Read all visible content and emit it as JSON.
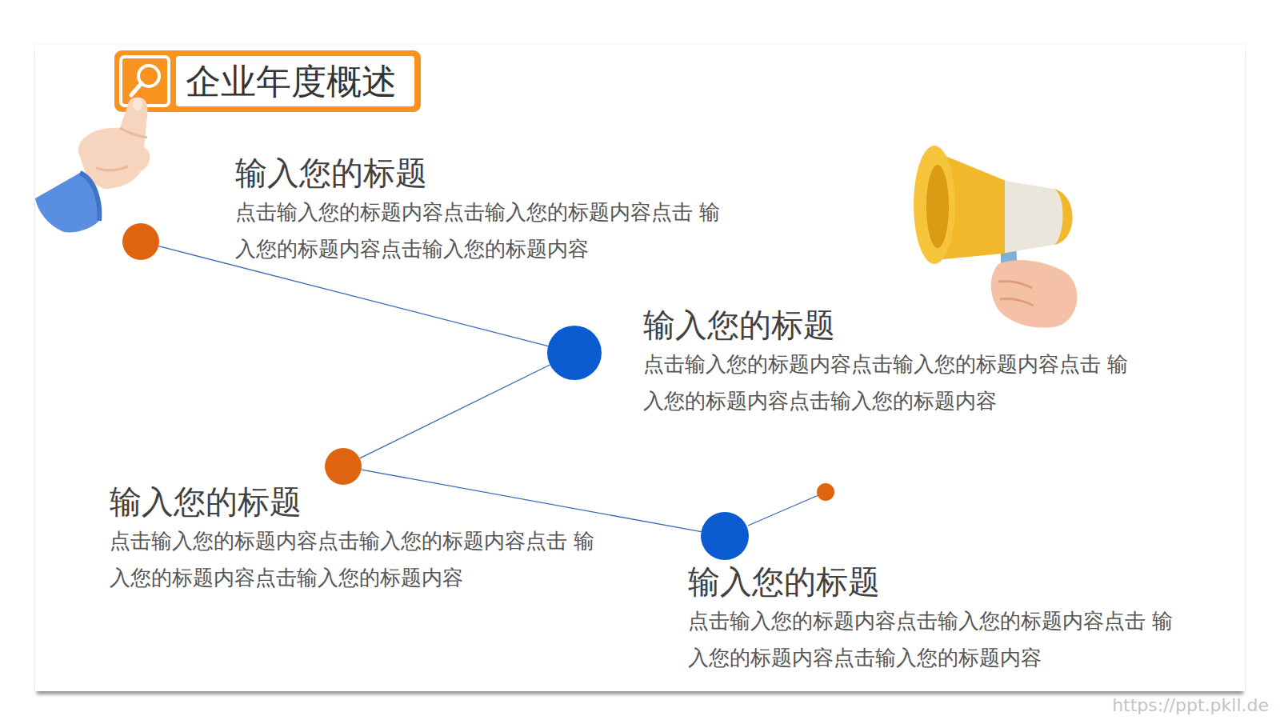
{
  "diagram": {
    "title": "企业年度概述",
    "nodes": [
      {
        "text": [
          "输入您的标题",
          "点击输入您的标题内容点击输入您的标题内容点击 输入您的标题内容点击输入您的标题内容"
        ]
      },
      {
        "text": [
          "输入您的标题",
          "点击输入您的标题内容点击输入您的标题内容点击 输入您的标题内容点击输入您的标题内容"
        ]
      },
      {
        "text": [
          "输入您的标题",
          "点击输入您的标题内容点击输入您的标题内容点击 输入您的标题内容点击输入您的标题内容"
        ]
      },
      {
        "text": [
          "输入您的标题",
          "点击输入您的标题内容点击输入您的标题内容点击 输入您的标题内容点击输入您的标题内容"
        ]
      }
    ],
    "edges": [
      {
        "from": 0,
        "to": 1,
        "arrow": "none"
      },
      {
        "from": 1,
        "to": 2,
        "arrow": "none"
      },
      {
        "from": 2,
        "to": 3,
        "arrow": "none"
      }
    ],
    "labels": [
      "https://ppt.pkll.de"
    ]
  }
}
